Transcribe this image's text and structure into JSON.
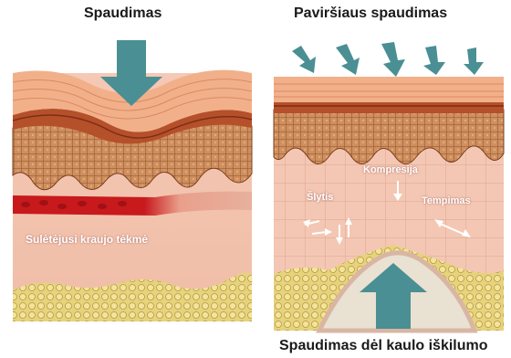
{
  "left_panel": {
    "title": "Spaudimas",
    "blood_flow_label": "Sulėtėjusi kraujo tėkmė"
  },
  "right_panel": {
    "title": "Paviršiaus spaudimas",
    "compression_label": "Kompresija",
    "shear_label": "Šlytis",
    "stretch_label": "Tempimas",
    "bottom_caption": "Spaudimas dėl kaulo iškilumo"
  },
  "colors": {
    "arrow": "#4a8f93",
    "skin_surface": "#f2b08a",
    "dermis_dark": "#b8542e",
    "cell_layer": "#c98a5a",
    "tissue": "#f3c7b3",
    "fat": "#e0cc74",
    "bone": "#e9e1d2",
    "blood": "#c8191d"
  },
  "icons": {
    "pressure_arrow": "down-arrow-icon",
    "bone_arrow": "up-arrow-icon"
  }
}
